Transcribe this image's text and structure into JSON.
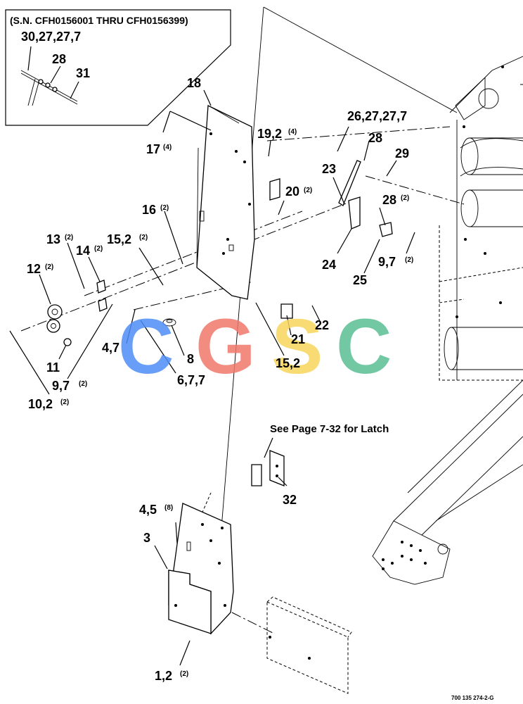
{
  "inset": {
    "serial_range": "(S.N. CFH0156001 THRU CFH0156399)",
    "labels": [
      "30,27,27,7",
      "28",
      "31"
    ]
  },
  "callouts": {
    "c18": "18",
    "c17": "17",
    "c17q": "(4)",
    "c19": "19,2",
    "c19q": "(4)",
    "c26": "26,27,27,7",
    "c28": "28",
    "c29": "29",
    "c23": "23",
    "c20": "20",
    "c20q": "(2)",
    "c16": "16",
    "c16q": "(2)",
    "c28b": "28",
    "c28bq": "(2)",
    "c13": "13",
    "c13q": "(2)",
    "c15": "15,2",
    "c15q": "(2)",
    "c14": "14",
    "c14q": "(2)",
    "c24": "24",
    "c9a": "9,7",
    "c9aq": "(2)",
    "c12": "12",
    "c12q": "(2)",
    "c25": "25",
    "c22": "22",
    "c21": "21",
    "c47": "4,7",
    "c8": "8",
    "c11": "11",
    "c15b": "15,2",
    "c677": "6,7,7",
    "c9b": "9,7",
    "c9bq": "(2)",
    "c10": "10,2",
    "c10q": "(2)",
    "c32": "32",
    "c45": "4,5",
    "c45q": "(8)",
    "c3": "3",
    "c1": "1,2",
    "c1q": "(2)"
  },
  "latch_note": "See Page 7-32 for Latch",
  "watermark": {
    "text": "CGSC",
    "colors": [
      "#4f8ef7",
      "#f0776b",
      "#f9d55b",
      "#5bbf95"
    ]
  },
  "drawing_number": "700 135 274-2-G"
}
